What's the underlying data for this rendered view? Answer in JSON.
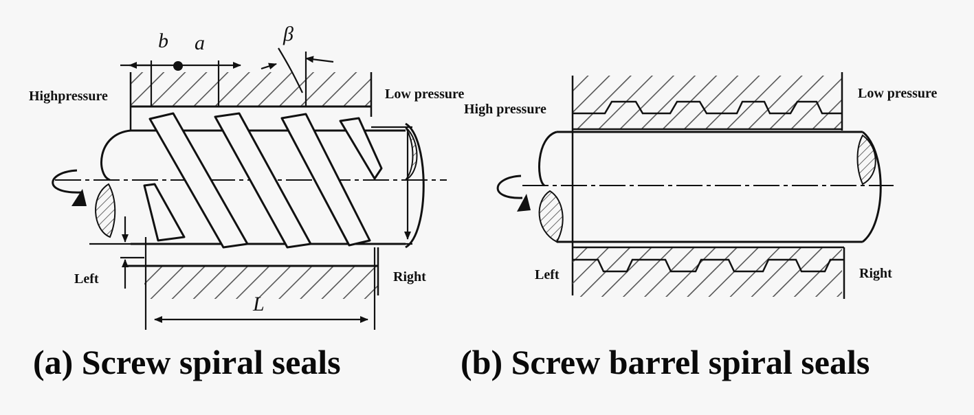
{
  "panel_a": {
    "high_pressure": "Highpressure",
    "low_pressure": "Low pressure",
    "left": "Left",
    "right": "Right",
    "dim_b": "b",
    "dim_a": "a",
    "dim_beta": "β",
    "dim_L": "L",
    "caption": "(a) Screw spiral seals"
  },
  "panel_b": {
    "high_pressure": "High pressure",
    "low_pressure": "Low pressure",
    "left": "Left",
    "right": "Right",
    "caption": "(b) Screw barrel spiral seals"
  },
  "colors": {
    "ink": "#111111",
    "hatch": "#555555",
    "background": "#f7f7f7"
  }
}
